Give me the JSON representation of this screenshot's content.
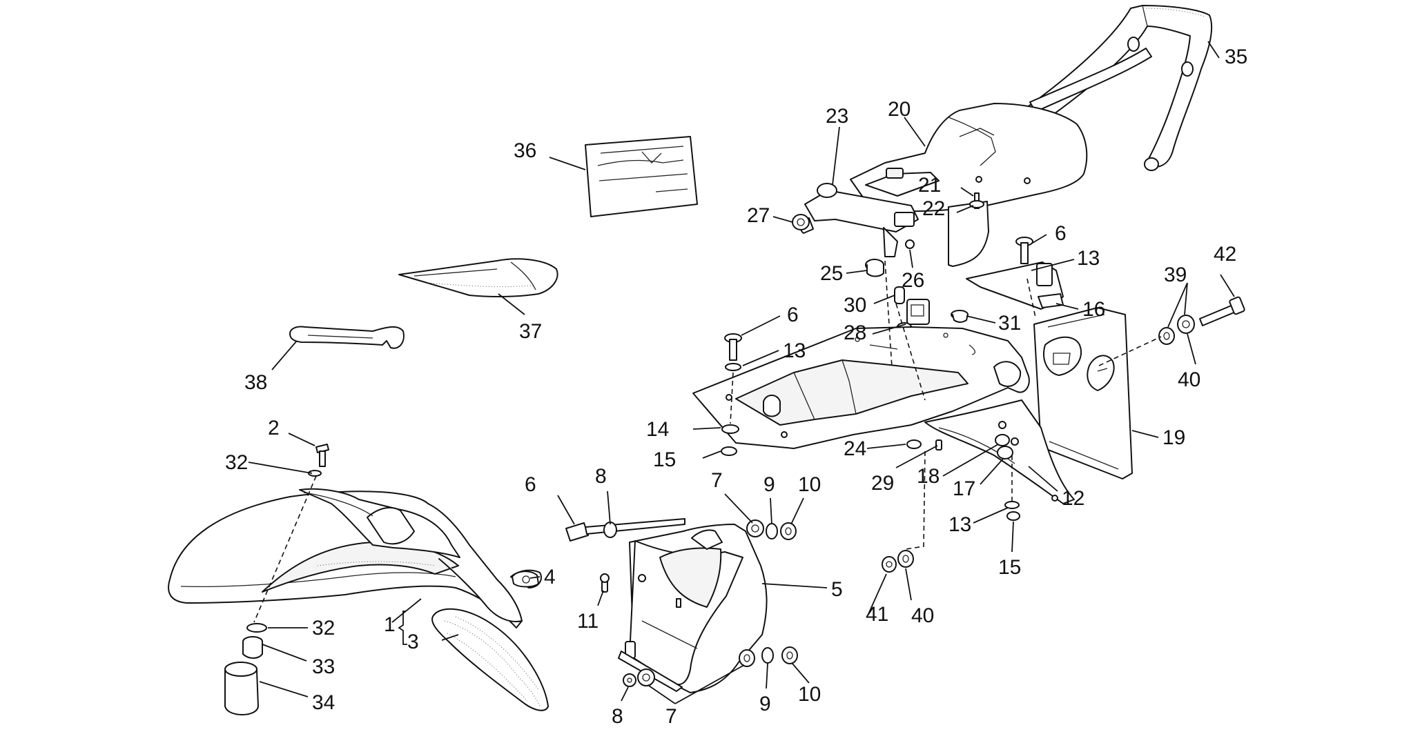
{
  "callouts": [
    {
      "id": "c1",
      "label": "1"
    },
    {
      "id": "c2",
      "label": "2"
    },
    {
      "id": "c3",
      "label": "3"
    },
    {
      "id": "c4",
      "label": "4"
    },
    {
      "id": "c5",
      "label": "5"
    },
    {
      "id": "c6a",
      "label": "6"
    },
    {
      "id": "c6b",
      "label": "6"
    },
    {
      "id": "c6c",
      "label": "6"
    },
    {
      "id": "c7a",
      "label": "7"
    },
    {
      "id": "c7b",
      "label": "7"
    },
    {
      "id": "c8a",
      "label": "8"
    },
    {
      "id": "c8b",
      "label": "8"
    },
    {
      "id": "c9a",
      "label": "9"
    },
    {
      "id": "c9b",
      "label": "9"
    },
    {
      "id": "c10a",
      "label": "10"
    },
    {
      "id": "c10b",
      "label": "10"
    },
    {
      "id": "c11",
      "label": "11"
    },
    {
      "id": "c12",
      "label": "12"
    },
    {
      "id": "c13a",
      "label": "13"
    },
    {
      "id": "c13b",
      "label": "13"
    },
    {
      "id": "c13c",
      "label": "13"
    },
    {
      "id": "c14",
      "label": "14"
    },
    {
      "id": "c15a",
      "label": "15"
    },
    {
      "id": "c15b",
      "label": "15"
    },
    {
      "id": "c16",
      "label": "16"
    },
    {
      "id": "c17",
      "label": "17"
    },
    {
      "id": "c18",
      "label": "18"
    },
    {
      "id": "c19",
      "label": "19"
    },
    {
      "id": "c20",
      "label": "20"
    },
    {
      "id": "c21",
      "label": "21"
    },
    {
      "id": "c22",
      "label": "22"
    },
    {
      "id": "c23",
      "label": "23"
    },
    {
      "id": "c24",
      "label": "24"
    },
    {
      "id": "c25",
      "label": "25"
    },
    {
      "id": "c26",
      "label": "26"
    },
    {
      "id": "c27",
      "label": "27"
    },
    {
      "id": "c28",
      "label": "28"
    },
    {
      "id": "c29",
      "label": "29"
    },
    {
      "id": "c30",
      "label": "30"
    },
    {
      "id": "c31",
      "label": "31"
    },
    {
      "id": "c32a",
      "label": "32"
    },
    {
      "id": "c32b",
      "label": "32"
    },
    {
      "id": "c33",
      "label": "33"
    },
    {
      "id": "c34",
      "label": "34"
    },
    {
      "id": "c35",
      "label": "35"
    },
    {
      "id": "c36",
      "label": "36"
    },
    {
      "id": "c37",
      "label": "37"
    },
    {
      "id": "c38",
      "label": "38"
    },
    {
      "id": "c39",
      "label": "39"
    },
    {
      "id": "c40a",
      "label": "40"
    },
    {
      "id": "c40b",
      "label": "40"
    },
    {
      "id": "c41",
      "label": "41"
    },
    {
      "id": "c42",
      "label": "42"
    }
  ]
}
